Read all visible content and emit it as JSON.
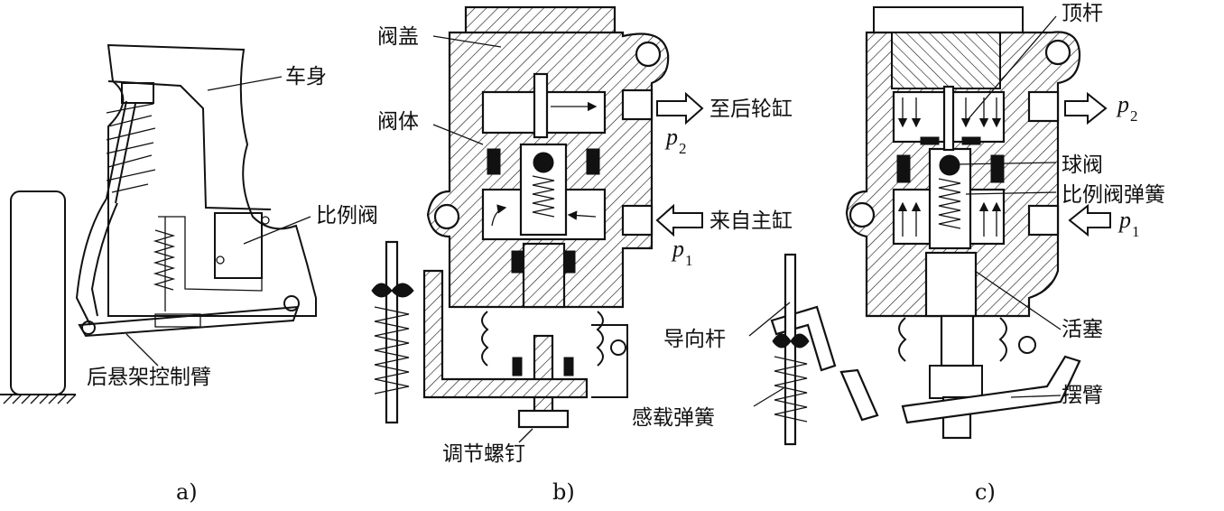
{
  "panels": [
    {
      "id": "a",
      "caption": "a)"
    },
    {
      "id": "b",
      "caption": "b)"
    },
    {
      "id": "c",
      "caption": "c)"
    }
  ],
  "labels": {
    "car_body": "车身",
    "proportional_valve": "比例阀",
    "rear_control_arm": "后悬架控制臂",
    "valve_cover": "阀盖",
    "valve_body": "阀体",
    "to_rear_cylinder": "至后轮缸",
    "from_master_cylinder": "来自主缸",
    "adjust_screw": "调节螺钉",
    "guide_rod": "导向杆",
    "load_spring": "感载弹簧",
    "push_rod": "顶杆",
    "ball_valve": "球阀",
    "valve_spring": "比例阀弹簧",
    "piston": "活塞",
    "swing_arm": "摆臂"
  },
  "pressures": {
    "p_symbol": "p",
    "p2_sub": "2",
    "p1_sub": "1"
  }
}
